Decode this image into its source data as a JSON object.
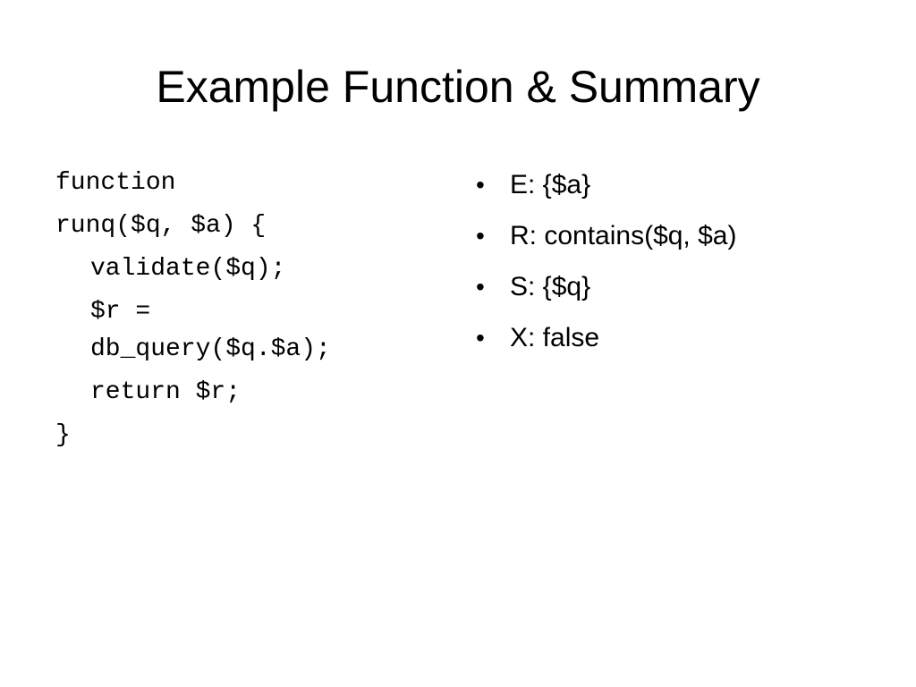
{
  "slide": {
    "title": "Example Function & Summary",
    "code": [
      {
        "text": "function",
        "indent": false
      },
      {
        "text": "runq($q, $a) {",
        "indent": false
      },
      {
        "text": "validate($q);",
        "indent": true
      },
      {
        "text": "$r =\ndb_query($q.$a);",
        "indent": true
      },
      {
        "text": "return $r;",
        "indent": true
      },
      {
        "text": "}",
        "indent": false
      }
    ],
    "bullet_glyph": "•",
    "bullets": [
      "E: {$a}",
      "R: contains($q, $a)",
      "S: {$q}",
      "X: false"
    ]
  }
}
